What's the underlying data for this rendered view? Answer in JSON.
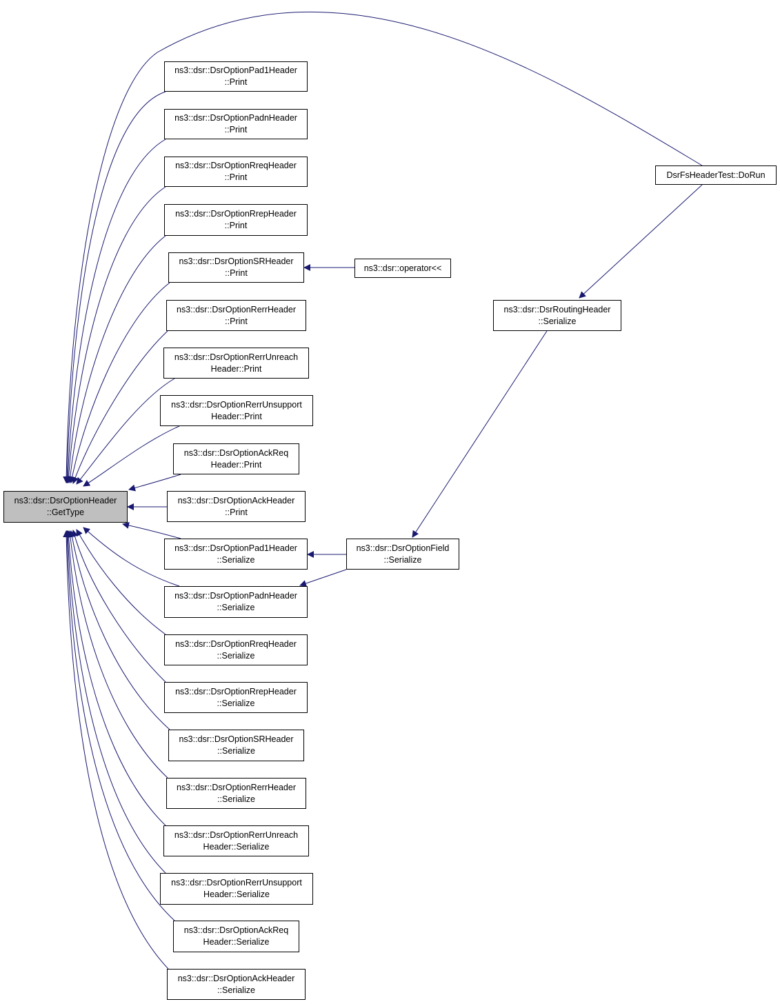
{
  "colors": {
    "edge": "#191970",
    "root_fill": "#bfbfbf",
    "node_fill": "#ffffff",
    "border": "#000000"
  },
  "nodes": {
    "root": {
      "line1": "ns3::dsr::DsrOptionHeader",
      "line2": "::GetType"
    },
    "pad1_print": {
      "line1": "ns3::dsr::DsrOptionPad1Header",
      "line2": "::Print"
    },
    "padn_print": {
      "line1": "ns3::dsr::DsrOptionPadnHeader",
      "line2": "::Print"
    },
    "rreq_print": {
      "line1": "ns3::dsr::DsrOptionRreqHeader",
      "line2": "::Print"
    },
    "rrep_print": {
      "line1": "ns3::dsr::DsrOptionRrepHeader",
      "line2": "::Print"
    },
    "sr_print": {
      "line1": "ns3::dsr::DsrOptionSRHeader",
      "line2": "::Print"
    },
    "rerr_print": {
      "line1": "ns3::dsr::DsrOptionRerrHeader",
      "line2": "::Print"
    },
    "rerrun_print": {
      "line1": "ns3::dsr::DsrOptionRerrUnreach",
      "line2": "Header::Print"
    },
    "rerrus_print": {
      "line1": "ns3::dsr::DsrOptionRerrUnsupport",
      "line2": "Header::Print"
    },
    "ackreq_print": {
      "line1": "ns3::dsr::DsrOptionAckReq",
      "line2": "Header::Print"
    },
    "ack_print": {
      "line1": "ns3::dsr::DsrOptionAckHeader",
      "line2": "::Print"
    },
    "pad1_ser": {
      "line1": "ns3::dsr::DsrOptionPad1Header",
      "line2": "::Serialize"
    },
    "padn_ser": {
      "line1": "ns3::dsr::DsrOptionPadnHeader",
      "line2": "::Serialize"
    },
    "rreq_ser": {
      "line1": "ns3::dsr::DsrOptionRreqHeader",
      "line2": "::Serialize"
    },
    "rrep_ser": {
      "line1": "ns3::dsr::DsrOptionRrepHeader",
      "line2": "::Serialize"
    },
    "sr_ser": {
      "line1": "ns3::dsr::DsrOptionSRHeader",
      "line2": "::Serialize"
    },
    "rerr_ser": {
      "line1": "ns3::dsr::DsrOptionRerrHeader",
      "line2": "::Serialize"
    },
    "rerrun_ser": {
      "line1": "ns3::dsr::DsrOptionRerrUnreach",
      "line2": "Header::Serialize"
    },
    "rerrus_ser": {
      "line1": "ns3::dsr::DsrOptionRerrUnsupport",
      "line2": "Header::Serialize"
    },
    "ackreq_ser": {
      "line1": "ns3::dsr::DsrOptionAckReq",
      "line2": "Header::Serialize"
    },
    "ack_ser": {
      "line1": "ns3::dsr::DsrOptionAckHeader",
      "line2": "::Serialize"
    },
    "fstest": {
      "line1": "DsrFsHeaderTest::DoRun"
    },
    "operator": {
      "line1": "ns3::dsr::operator<<"
    },
    "routing": {
      "line1": "ns3::dsr::DsrRoutingHeader",
      "line2": "::Serialize"
    },
    "field": {
      "line1": "ns3::dsr::DsrOptionField",
      "line2": "::Serialize"
    }
  },
  "edges": [
    {
      "from": "pad1_print",
      "to": "root"
    },
    {
      "from": "padn_print",
      "to": "root"
    },
    {
      "from": "rreq_print",
      "to": "root"
    },
    {
      "from": "rrep_print",
      "to": "root"
    },
    {
      "from": "sr_print",
      "to": "root"
    },
    {
      "from": "rerr_print",
      "to": "root"
    },
    {
      "from": "rerrun_print",
      "to": "root"
    },
    {
      "from": "rerrus_print",
      "to": "root"
    },
    {
      "from": "ackreq_print",
      "to": "root"
    },
    {
      "from": "ack_print",
      "to": "root"
    },
    {
      "from": "pad1_ser",
      "to": "root"
    },
    {
      "from": "padn_ser",
      "to": "root"
    },
    {
      "from": "rreq_ser",
      "to": "root"
    },
    {
      "from": "rrep_ser",
      "to": "root"
    },
    {
      "from": "sr_ser",
      "to": "root"
    },
    {
      "from": "rerr_ser",
      "to": "root"
    },
    {
      "from": "rerrun_ser",
      "to": "root"
    },
    {
      "from": "rerrus_ser",
      "to": "root"
    },
    {
      "from": "ackreq_ser",
      "to": "root"
    },
    {
      "from": "ack_ser",
      "to": "root"
    },
    {
      "from": "fstest",
      "to": "root"
    },
    {
      "from": "operator",
      "to": "sr_print"
    },
    {
      "from": "field",
      "to": "pad1_ser"
    },
    {
      "from": "field",
      "to": "padn_ser"
    },
    {
      "from": "fstest",
      "to": "routing"
    },
    {
      "from": "routing",
      "to": "field"
    }
  ]
}
